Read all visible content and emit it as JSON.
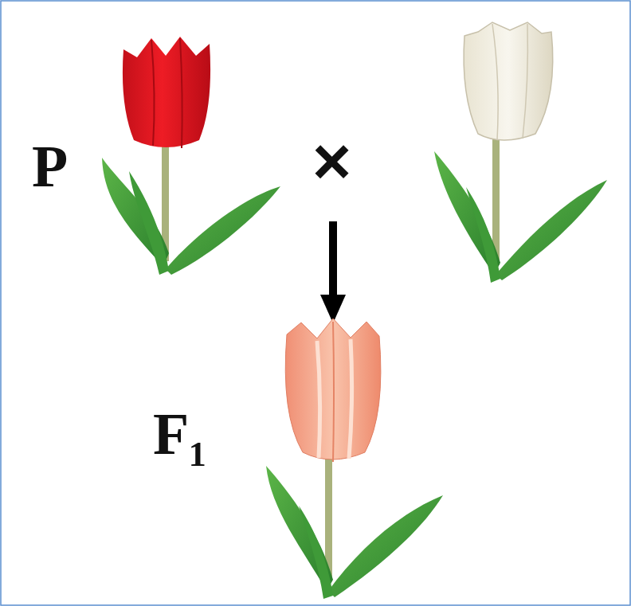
{
  "diagram": {
    "labels": [
      "P",
      "×",
      "F₁"
    ]
  }
}
